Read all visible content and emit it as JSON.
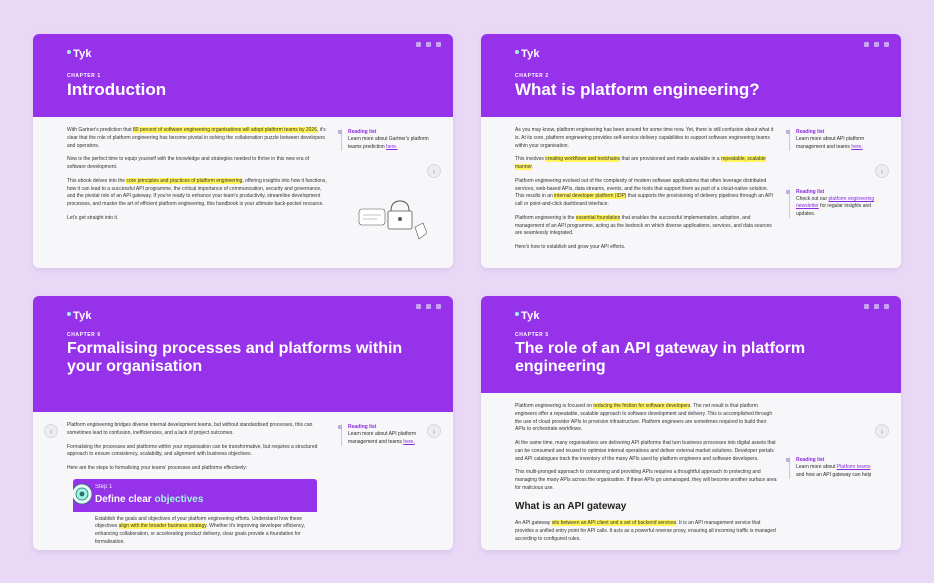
{
  "logo_text": "Tyk",
  "cards": [
    {
      "chapter": "CHAPTER 1",
      "title": "Introduction",
      "paras": [
        [
          "With Gartner's prediction that ",
          "80 percent of software engineering organisations will adopt platform teams by 2026",
          ", it's clear that the role of platform engineering has become pivotal in solving the collaboration puzzle between developers and operators."
        ],
        [
          "Now is the perfect time to equip yourself with the knowledge and strategies needed to thrive in this new era of software development.",
          "",
          ""
        ],
        [
          "This ebook delves into the ",
          "core principles and practices of platform engineering",
          ", offering insights into how it functions, how it can lead to a successful API programme, the critical importance of communication, security and governance, and the pivotal role of an API gateway. If you're ready to enhance your team's productivity, streamline development processes, and master the art of efficient platform engineering, this handbook is your ultimate back-pocket resource."
        ],
        [
          "Let's get straight into it.",
          "",
          ""
        ]
      ],
      "side": [
        {
          "label": "Reading list",
          "text": "Learn more about Gartner's platform teams prediction ",
          "link": "here."
        }
      ]
    },
    {
      "chapter": "CHAPTER 2",
      "title": "What is platform engineering?",
      "paras": [
        [
          "As you may know, platform engineering has been around for some time now. Yet, there is still confusion about what it is. At its core, platform engineering provides self-service delivery capabilities to support software engineering teams within your organisation.",
          "",
          ""
        ],
        [
          "This involves ",
          "creating workflows and toolchains",
          " that are provisioned and made available in a "
        ],
        [
          "",
          "repeatable, scalable manner",
          "."
        ],
        [
          "Platform engineering evolved out of the complexity of modern software applications that often leverage distributed services, web-based APIs, data streams, events, and the tools that support them as part of a cloud-native solution. This results in an ",
          "internal developer platform (IDP)",
          " that supports the provisioning of delivery pipelines through an API call or point-and-click dashboard interface."
        ],
        [
          "Platform engineering is the ",
          "essential foundation",
          " that enables the successful implementation, adoption, and management of an API programme, acting as the bedrock on which diverse applications, services, and data sources are seamlessly integrated."
        ],
        [
          "Here's how to establish and grow your API efforts.",
          "",
          ""
        ]
      ],
      "side": [
        {
          "label": "Reading list",
          "text": "Learn more about API platform management and teams ",
          "link": "here."
        },
        {
          "label": "Reading list",
          "text": "Check out our ",
          "link": "platform engineering newsletter",
          "tail": " for regular insights and updates."
        }
      ]
    },
    {
      "chapter": "CHAPTER 6",
      "title": "Formalising processes and platforms within your organisation",
      "paras": [
        [
          "Platform engineering bridges diverse internal development teams, but without standardised processes, this can sometimes lead to confusion, inefficiencies, and a lack of project outcomes.",
          "",
          ""
        ],
        [
          "Formalising the processes and platforms within your organisation can be transformative, but requires a structured approach to ensure consistency, scalability, and alignment with business objectives.",
          "",
          ""
        ],
        [
          "Here are the steps to formalising your teams' processes and platforms effectively:",
          "",
          ""
        ]
      ],
      "step": {
        "number": "Step 1",
        "title_plain": "Define clear ",
        "title_accent": "objectives",
        "body_pre": "Establish the goals and objectives of your platform engineering efforts. Understand how these objectives ",
        "body_hl": "align with the broader business strategy",
        "body_post": ". Whether it's improving developer efficiency, enhancing collaboration, or accelerating product delivery, clear goals provide a foundation for formalisation."
      },
      "side": [
        {
          "label": "Reading list",
          "text": "Learn more about API platform management and teams ",
          "link": "here."
        }
      ]
    },
    {
      "chapter": "CHAPTER 5",
      "title": "The role of an API gateway in platform engineering",
      "paras": [
        [
          "Platform engineering is focused on ",
          "reducing the friction for software developers",
          ". The net result is that platform engineers offer a repeatable, scalable approach to software development and delivery. This is accomplished through the use of cloud provider APIs to provision infrastructure. Platform engineers are sometimes required to build their APIs to orchestrate workflows."
        ],
        [
          "At the same time, many organisations are delivering API platforms that turn business processes into digital assets that can be consumed and reused to optimise internal operations and deliver external market solutions. Developer portals and API catalogues track the inventory of the many APIs used by platform engineers and software developers.",
          "",
          ""
        ],
        [
          "This multi-pronged approach to consuming and providing APIs requires a thoughtful approach to protecting and managing the many APIs across the organisation. If these APIs go unmanaged, they will become another surface area for malicious use.",
          "",
          ""
        ]
      ],
      "subheading": "What is an API gateway",
      "sub_para": [
        "An API gateway ",
        "sits between an API client and a set of backend services",
        ". It is an API management service that provides a unified entry point for API calls. It acts as a powerful reverse proxy, ensuring all incoming traffic is managed according to configured rules."
      ],
      "side": [
        {
          "label": "Reading list",
          "text": "Learn more about ",
          "link": "Platform teams",
          "tail": " and how an API gateway can help"
        }
      ]
    }
  ],
  "icons": {
    "next": "chevron-right-icon",
    "prev": "chevron-left-icon"
  },
  "colors": {
    "brand": "#9632ea",
    "highlight": "#fff45a",
    "accent": "#9ff3e2",
    "background": "#e9d9f7"
  }
}
